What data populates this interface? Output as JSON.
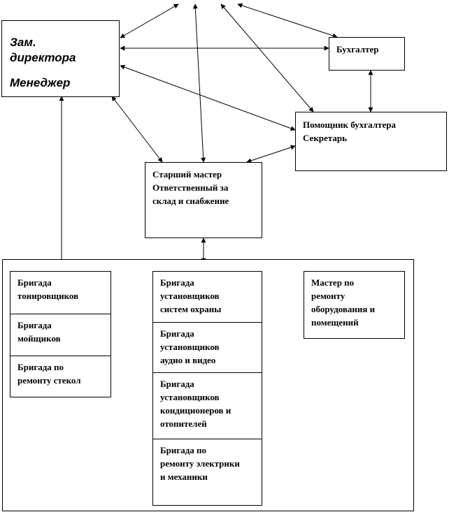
{
  "deputy": {
    "lines": [
      "Зам.",
      "директора"
    ],
    "manager": "Менеджер"
  },
  "accountant": {
    "label": "Бухгалтер"
  },
  "assistant": {
    "lines": [
      "Помощник бухгалтера",
      "Секретарь"
    ]
  },
  "senior_master": {
    "lines": [
      "Старший мастер",
      "Ответственный за",
      "склад и снабжение"
    ]
  },
  "left_group": [
    {
      "lines": [
        "Бригада",
        "тонировщиков"
      ]
    },
    {
      "lines": [
        "Бригада",
        "мойщиков"
      ]
    },
    {
      "lines": [
        "Бригада по",
        "ремонту стекол"
      ]
    }
  ],
  "middle_group": [
    {
      "lines": [
        "Бригада",
        "установщиков",
        "систем охраны"
      ]
    },
    {
      "lines": [
        "Бригада",
        "установщиков",
        "аудио и видео"
      ]
    },
    {
      "lines": [
        "Бригада",
        "установщиков",
        "кондиционеров и",
        "отопителей"
      ]
    },
    {
      "lines": [
        "Бригада по",
        "ремонту электрики",
        "и механики"
      ]
    }
  ],
  "repair_master": {
    "lines": [
      "Мастер по",
      "ремонту",
      "оборудования и",
      "помещений"
    ]
  }
}
